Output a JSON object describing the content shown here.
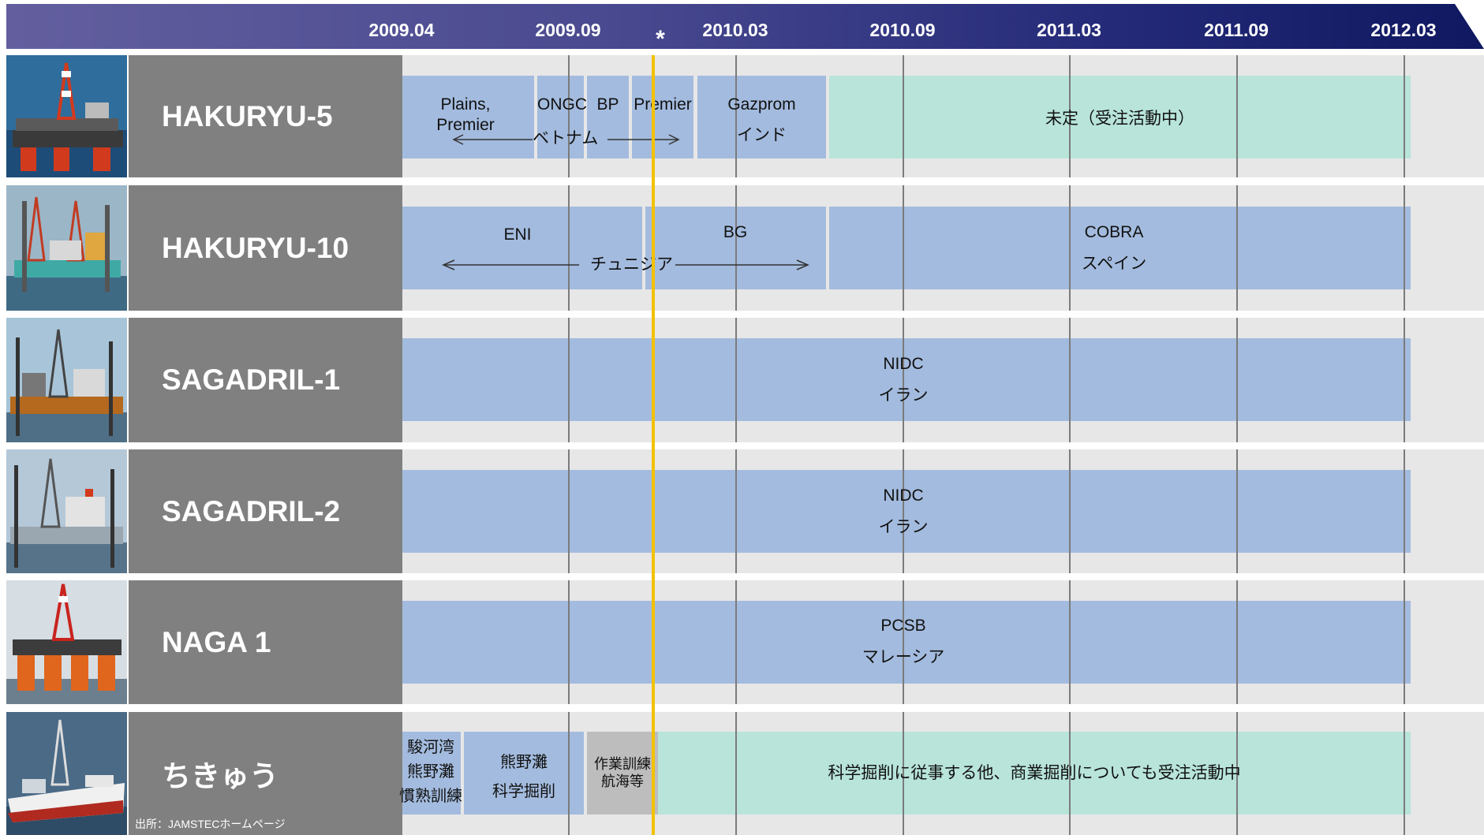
{
  "timeline": {
    "dates": [
      "2009.04",
      "2009.09",
      "2010.03",
      "2010.09",
      "2011.03",
      "2011.09",
      "2012.03"
    ],
    "current_marker": "*"
  },
  "rigs": [
    {
      "name": "HAKURYU-5",
      "contracts": [
        {
          "client": "Plains,\nPremier",
          "start": "2009.04",
          "end": "2009.08"
        },
        {
          "client": "ONGC",
          "start": "2009.08",
          "end": "2009.10"
        },
        {
          "client": "BP",
          "start": "2009.10",
          "end": "2009.12"
        },
        {
          "client": "Premier",
          "start": "2009.12",
          "end": "2010.02"
        },
        {
          "client": "Gazprom",
          "region": "インド",
          "start": "2010.02",
          "end": "2010.06"
        },
        {
          "client": "未定（受注活動中）",
          "status": "undecided",
          "start": "2010.06",
          "end": "2012.03"
        }
      ],
      "region_span_label": "ベトナム"
    },
    {
      "name": "HAKURYU-10",
      "contracts": [
        {
          "client": "ENI",
          "start": "2009.04",
          "end": "2009.12"
        },
        {
          "client": "BG",
          "start": "2009.12",
          "end": "2010.06"
        },
        {
          "client": "COBRA",
          "region": "スペイン",
          "start": "2010.06",
          "end": "2012.03"
        }
      ],
      "region_span_label": "チュニジア"
    },
    {
      "name": "SAGADRIL-1",
      "contracts": [
        {
          "client": "NIDC",
          "region": "イラン",
          "start": "2009.04",
          "end": "2012.03"
        }
      ]
    },
    {
      "name": "SAGADRIL-2",
      "contracts": [
        {
          "client": "NIDC",
          "region": "イラン",
          "start": "2009.04",
          "end": "2012.03"
        }
      ]
    },
    {
      "name": "NAGA 1",
      "contracts": [
        {
          "client": "PCSB",
          "region": "マレーシア",
          "start": "2009.04",
          "end": "2012.03"
        }
      ]
    },
    {
      "name": "ちきゅう",
      "contracts": [
        {
          "client": "駿河湾\n熊野灘\n慣熟訓練",
          "start": "2009.04",
          "end": "2009.06"
        },
        {
          "client": "熊野灘\n科学掘削",
          "start": "2009.06",
          "end": "2009.10"
        },
        {
          "client": "作業訓練\n航海等",
          "status": "training",
          "start": "2009.10",
          "end": "2009.12"
        },
        {
          "client": "科学掘削に従事する他、商業掘削についても受注活動中",
          "status": "undecided",
          "start": "2009.12",
          "end": "2012.03"
        }
      ]
    }
  ],
  "source_note": "出所：JAMSTECホームページ",
  "colors": {
    "contracted": "#a3bbde",
    "undecided": "#b8e4da",
    "training": "#bdbdbd",
    "current_date_line": "#f2c200",
    "name_cell": "#808080"
  }
}
